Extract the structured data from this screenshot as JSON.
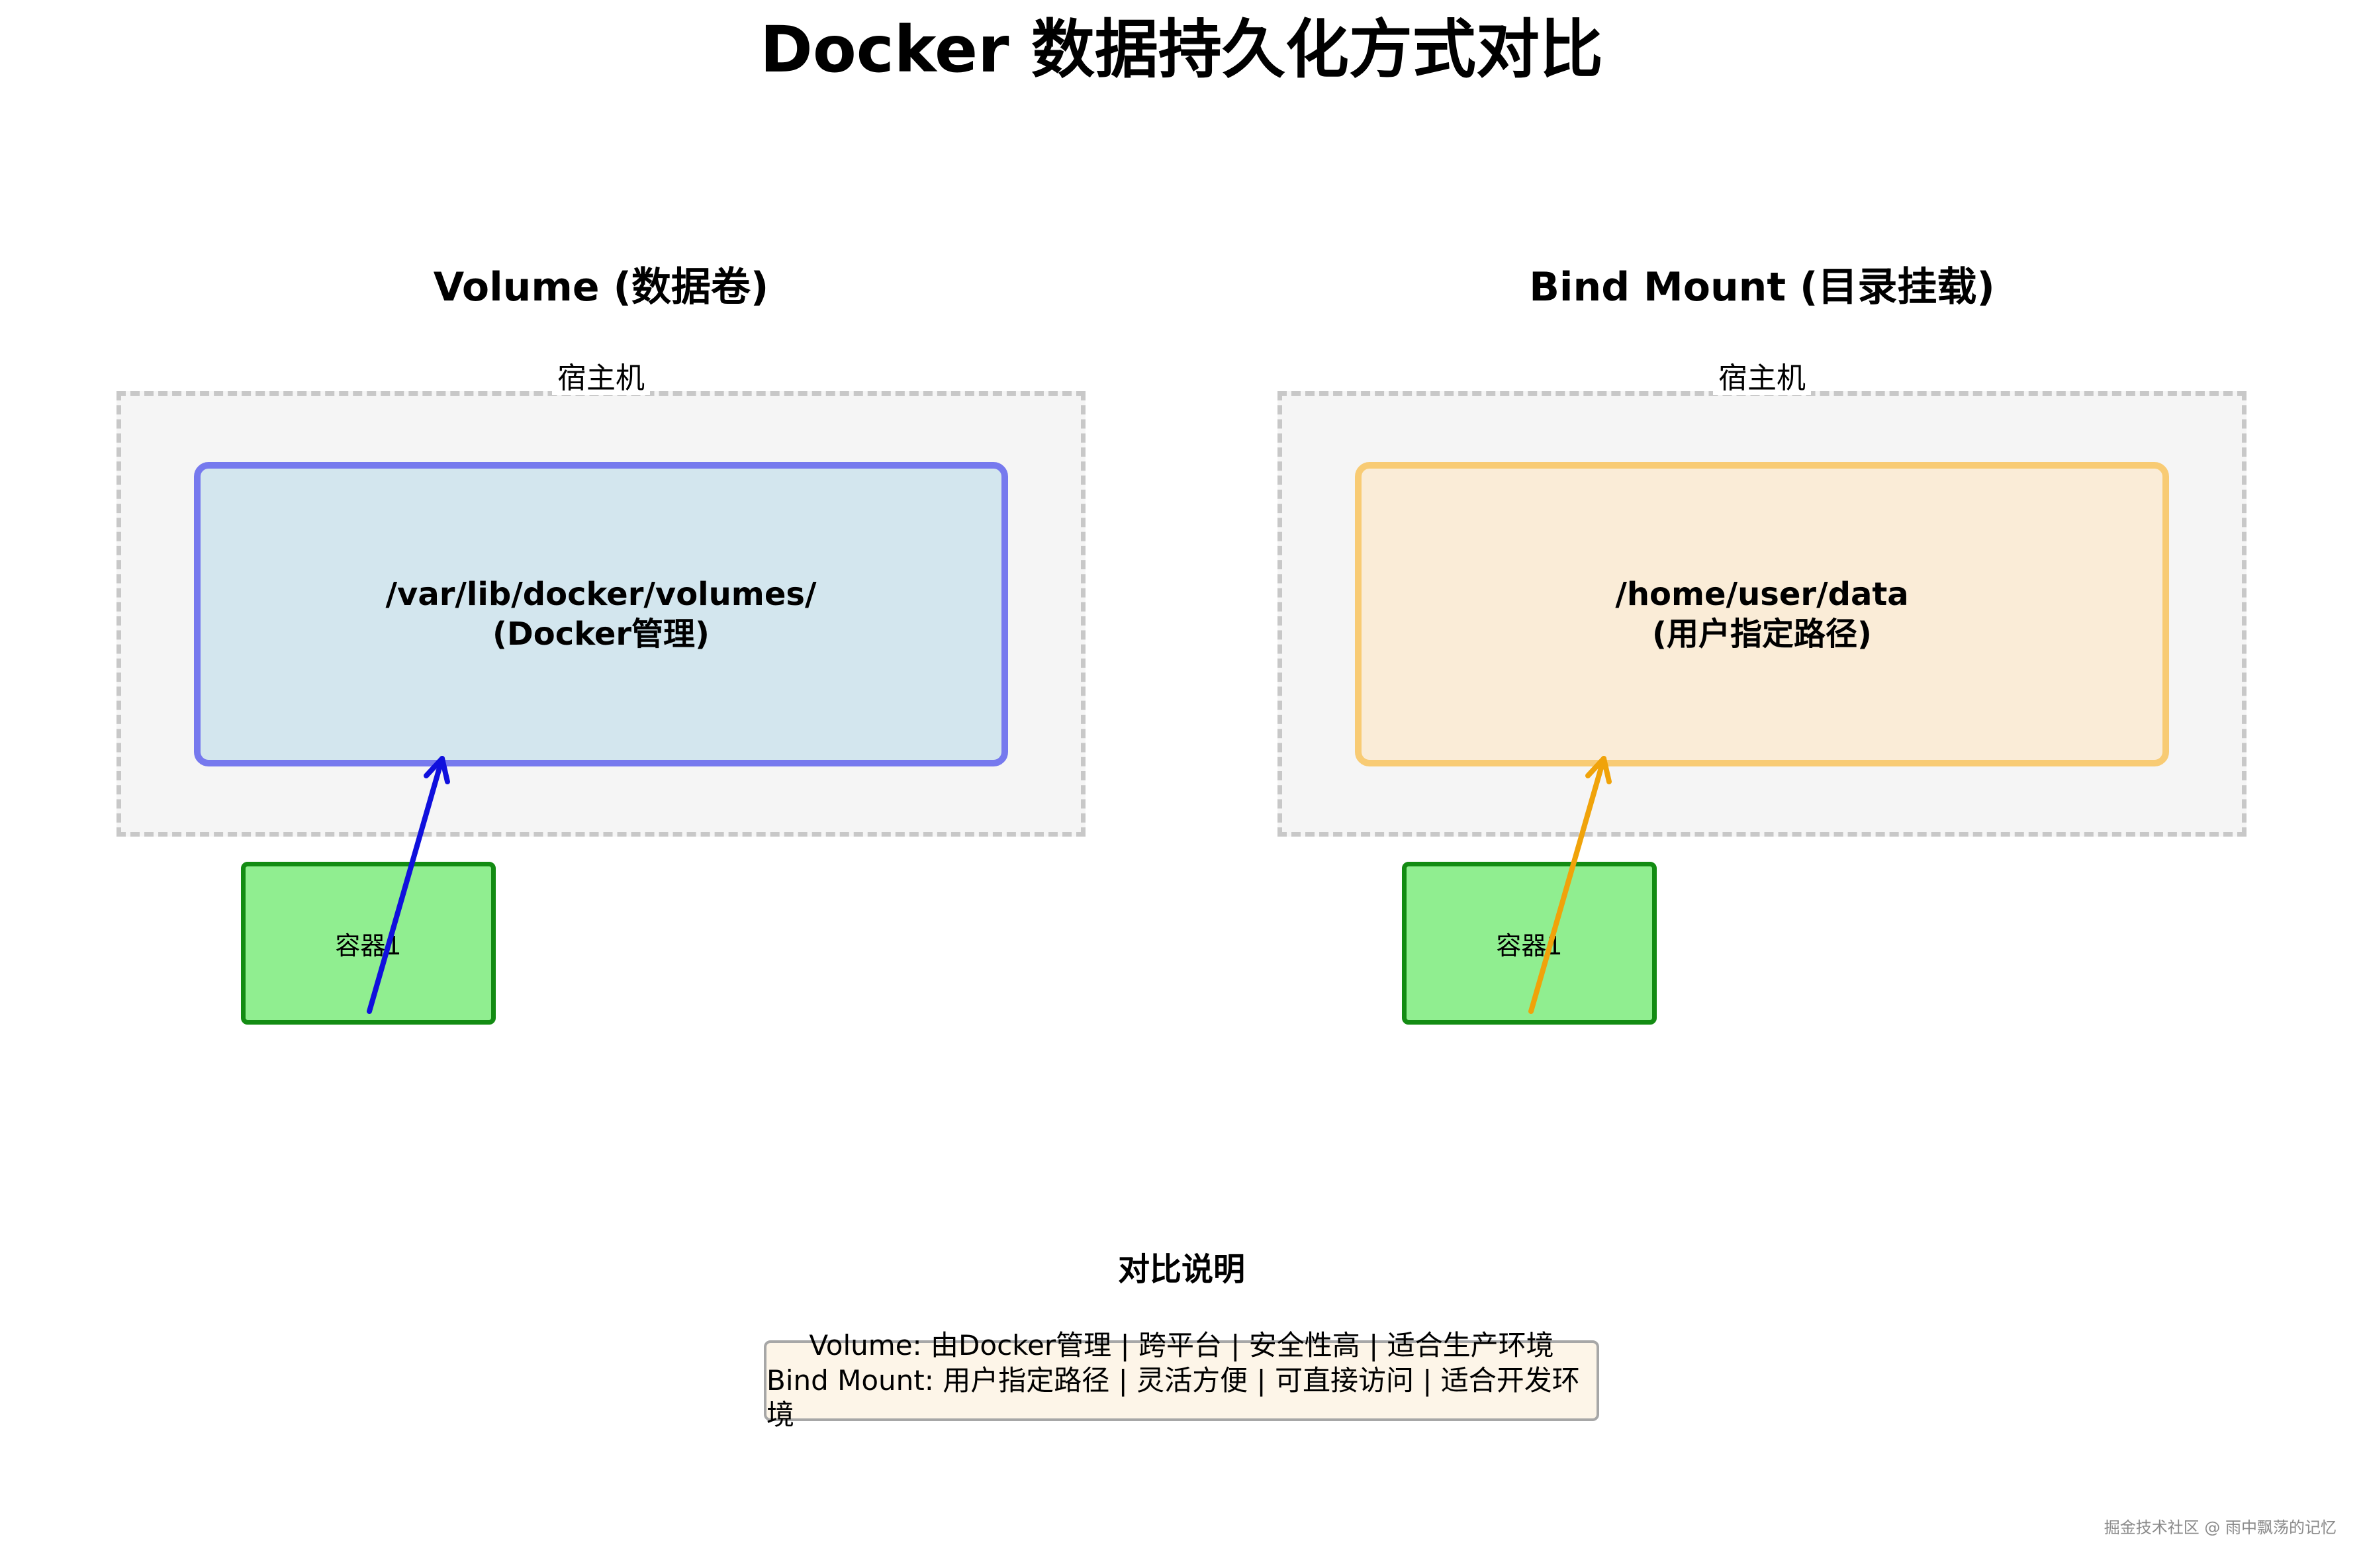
{
  "title": "Docker 数据持久化方式对比",
  "panels": [
    {
      "heading": "Volume (数据卷)",
      "host_label": "宿主机",
      "storage_line1": "/var/lib/docker/volumes/",
      "storage_line2": "(Docker管理)",
      "container_label": "容器1",
      "arrow_color": "#1010dd"
    },
    {
      "heading": "Bind Mount (目录挂载)",
      "host_label": "宿主机",
      "storage_line1": "/home/user/data",
      "storage_line2": "(用户指定路径)",
      "container_label": "容器1",
      "arrow_color": "#f0a30a"
    }
  ],
  "comparison": {
    "heading": "对比说明",
    "line1": "Volume: 由Docker管理 | 跨平台 | 安全性高 | 适合生产环境",
    "line2": "Bind Mount: 用户指定路径 | 灵活方便 | 可直接访问 | 适合开发环境"
  },
  "watermark": "掘金技术社区 @ 雨中飘荡的记忆",
  "colors": {
    "volume_border": "#7679ee",
    "volume_fill": "#d3e6ee",
    "bind_border": "#f8cb74",
    "bind_fill": "#faecd7",
    "container_fill": "#90ee90",
    "container_border": "#138c13",
    "host_fill": "#f5f5f5",
    "host_border": "#c8c8c8"
  }
}
